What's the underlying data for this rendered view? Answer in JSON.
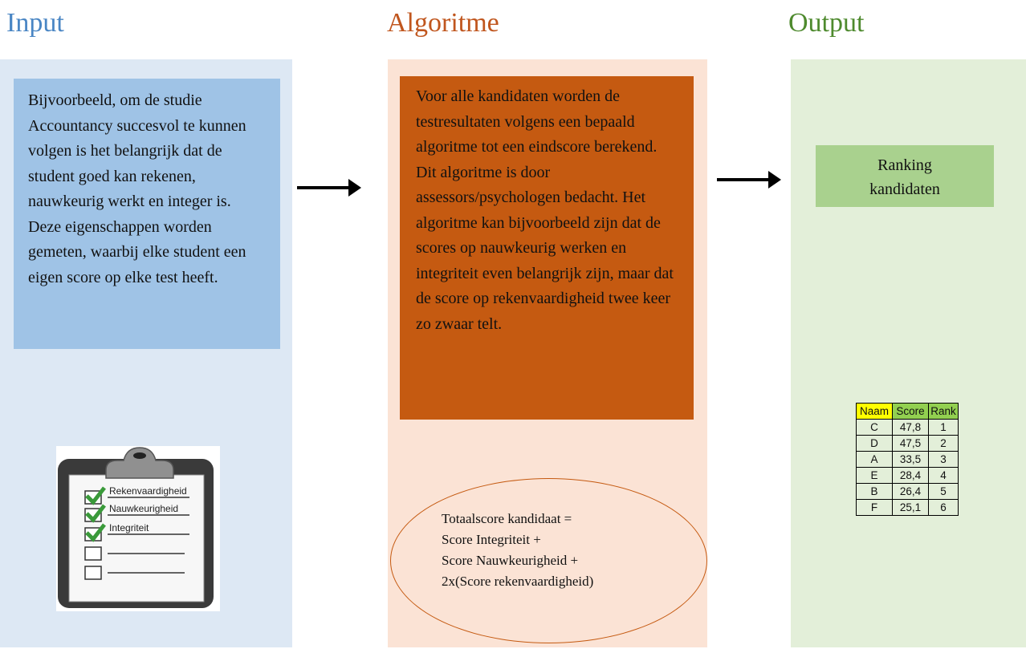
{
  "headings": {
    "input": "Input",
    "algorithm": "Algoritme",
    "output": "Output"
  },
  "input_text": "Bijvoorbeeld, om de studie Accountancy succesvol te kunnen volgen is het belangrijk dat de student goed kan rekenen, nauwkeurig werkt en integer is. Deze eigenschappen worden gemeten, waarbij elke student een eigen score op elke test heeft.",
  "algorithm_text": "Voor alle kandidaten worden de testresultaten volgens een bepaald algoritme tot een eindscore berekend. Dit algoritme is door assessors/psychologen bedacht. Het algoritme kan bijvoorbeeld zijn dat de scores op nauwkeurig werken en integriteit even belangrijk zijn, maar dat de score op rekenvaardigheid twee keer zo zwaar telt.",
  "formula": {
    "lines": [
      "Totaalscore kandidaat =",
      "Score Integriteit +",
      "Score Nauwkeurigheid +",
      "2x(Score rekenvaardigheid)"
    ]
  },
  "ranking_label": {
    "line1": "Ranking",
    "line2": "kandidaten"
  },
  "checklist": {
    "items": [
      "Rekenvaardigheid",
      "Nauwkeurigheid",
      "Integriteit"
    ],
    "check_color": "#3a9a3a"
  },
  "table": {
    "headers": [
      "Naam",
      "Score",
      "Rank"
    ],
    "rows": [
      [
        "C",
        "47,8",
        "1"
      ],
      [
        "D",
        "47,5",
        "2"
      ],
      [
        "A",
        "33,5",
        "3"
      ],
      [
        "E",
        "28,4",
        "4"
      ],
      [
        "B",
        "26,4",
        "5"
      ],
      [
        "F",
        "25,1",
        "6"
      ]
    ]
  },
  "colors": {
    "input_accent": "#4a86c4",
    "algorithm_accent": "#c55a11",
    "output_accent": "#4e8a2e",
    "ranking_box": "#a9d18e",
    "naam_header": "#ffff00",
    "table_header": "#92d050"
  }
}
